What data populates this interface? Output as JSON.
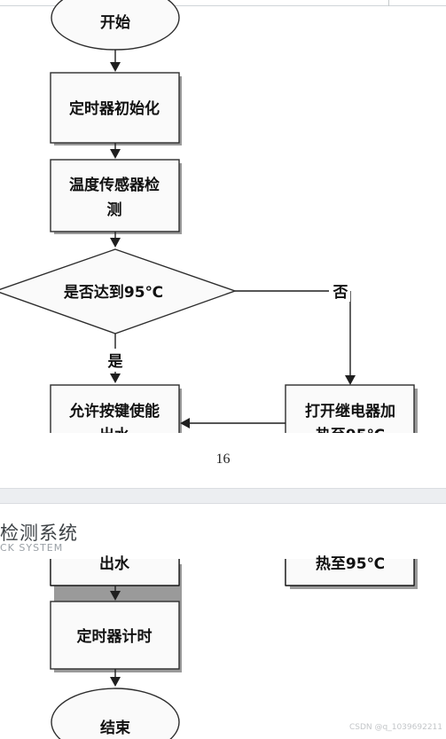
{
  "header": {
    "title": "检测系统",
    "subtitle": "CK SYSTEM"
  },
  "page_number": "16",
  "watermark": "CSDN @q_1039692211",
  "flowchart": {
    "start": "开始",
    "timer_init": "定时器初始化",
    "temp_sensor_line1": "温度传感器检",
    "temp_sensor_line2": "测",
    "decision": "是否达到95℃",
    "yes_label": "是",
    "no_label": "否",
    "allow_line1": "允许按键使能",
    "allow_line2": "出水",
    "relay_line1": "打开继电器加",
    "relay_line2": "热至95℃",
    "timer_count": "定时器计时",
    "end": "结束"
  }
}
